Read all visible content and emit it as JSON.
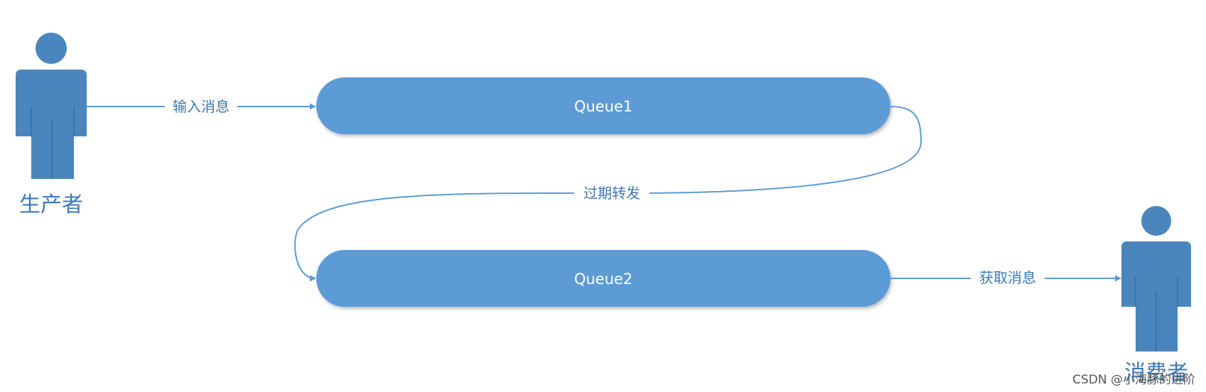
{
  "diagram": {
    "producer": {
      "label": "生产者"
    },
    "consumer": {
      "label": "消费者"
    },
    "queues": [
      {
        "label": "Queue1"
      },
      {
        "label": "Queue2"
      }
    ],
    "edges": {
      "input": "输入消息",
      "expire": "过期转发",
      "fetch": "获取消息"
    },
    "colors": {
      "person": "#4a86bd",
      "queue": "#5b9bd5",
      "line": "#5b9bd5",
      "label": "#3f78b3"
    }
  },
  "watermark": {
    "text": "CSDN @小海豚的进阶"
  }
}
